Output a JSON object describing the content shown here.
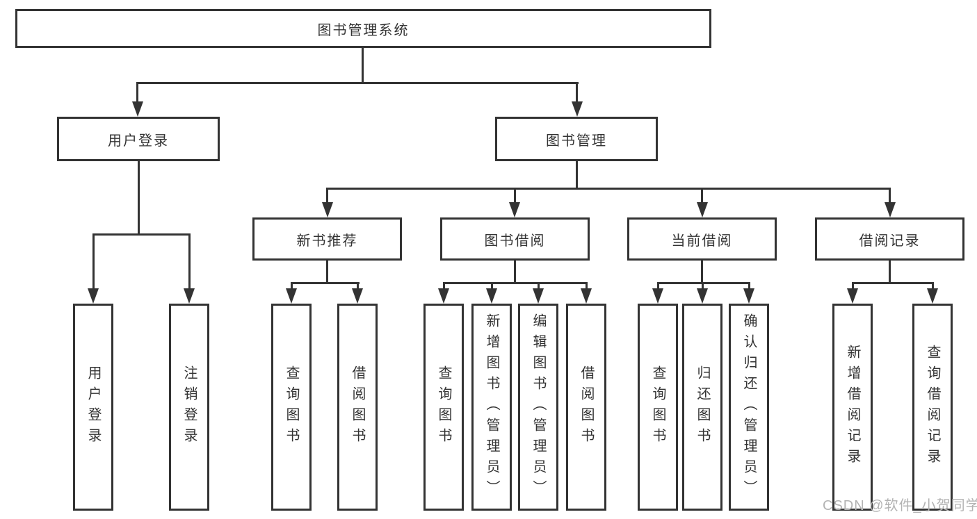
{
  "tree": {
    "root": {
      "label": "图书管理系统",
      "children": [
        {
          "label": "用户登录",
          "children": [
            {
              "label": "用户登录"
            },
            {
              "label": "注销登录"
            }
          ]
        },
        {
          "label": "图书管理",
          "children": [
            {
              "label": "新书推荐",
              "children": [
                {
                  "label": "查询图书"
                },
                {
                  "label": "借阅图书"
                }
              ]
            },
            {
              "label": "图书借阅",
              "children": [
                {
                  "label": "查询图书"
                },
                {
                  "label": "新增图书（管理员）"
                },
                {
                  "label": "编辑图书（管理员）"
                },
                {
                  "label": "借阅图书"
                }
              ]
            },
            {
              "label": "当前借阅",
              "children": [
                {
                  "label": "查询图书"
                },
                {
                  "label": "归还图书"
                },
                {
                  "label": "确认归还（管理员）"
                }
              ]
            },
            {
              "label": "借阅记录",
              "children": [
                {
                  "label": "新增借阅记录"
                },
                {
                  "label": "查询借阅记录"
                }
              ]
            }
          ]
        }
      ]
    }
  },
  "watermark": {
    "text": "CSDN @软件_小贺同学",
    "color": "#b3b3b3"
  },
  "colors": {
    "line": "#333333",
    "border": "#333333",
    "background": "#ffffff",
    "text": "#333333"
  }
}
